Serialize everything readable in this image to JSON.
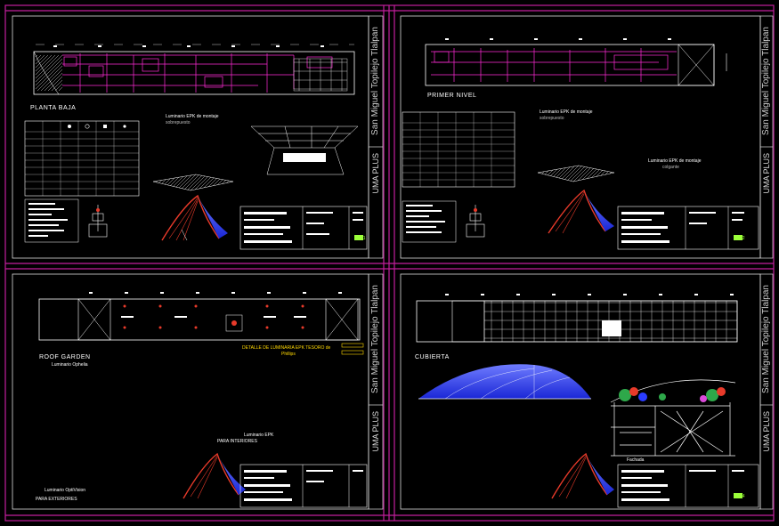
{
  "colors": {
    "background": "#000000",
    "frame": "#c21f9c",
    "line": "#ffffff",
    "highlight": "#ff2bd6",
    "accent_yellow": "#ffd800",
    "accent_blue": "#2a3cff",
    "accent_red": "#e83a2a"
  },
  "sheets": [
    {
      "id": "sheet-1",
      "plan_title": "PLANTA BAJA",
      "luminaire_heading": "Luminario EPK de montaje",
      "luminaire_sub": "sobrepuesto",
      "vertical_location": "San Miguel Topilejo Tlalpan",
      "vertical_brand": "UMA PLUS",
      "sheet_code": "E-01"
    },
    {
      "id": "sheet-2",
      "plan_title": "PRIMER NIVEL",
      "luminaire_heading": "Luminario EPK de montaje",
      "luminaire_sub": "sobrepuesto",
      "luminaire_heading_2": "Luminario EPK de montaje",
      "luminaire_sub_2": "colgante",
      "vertical_location": "San Miguel Topilejo Tlalpan",
      "vertical_brand": "UMA PLUS",
      "sheet_code": "E-02"
    },
    {
      "id": "sheet-3",
      "plan_title": "ROOF GARDEN",
      "luminaire_heading": "Luminario Ophelia",
      "detail_title": "DETALLE DE LUMINARIA EPK TESORO de",
      "detail_title_2": "Phillips",
      "luminaire_epk": "Luminario EPK",
      "luminaire_epk_2": "PARA INTERIORES",
      "bottom_label": "Luminario OptiVision",
      "bottom_label_2": "PARA EXTERIORES",
      "vertical_location": "San Miguel Topilejo Tlalpan",
      "vertical_brand": "UMA PLUS"
    },
    {
      "id": "sheet-4",
      "plan_title": "CUBIERTA",
      "section_label": "Fachada",
      "vertical_location": "San Miguel Topilejo Tlalpan",
      "vertical_brand": "UMA PLUS",
      "sheet_code": "E-04"
    }
  ],
  "table_icons": [
    "lamp-icon",
    "bulb-icon",
    "spot-icon",
    "fixture-icon"
  ],
  "logo_icon": "tensile-roof-logo-icon"
}
